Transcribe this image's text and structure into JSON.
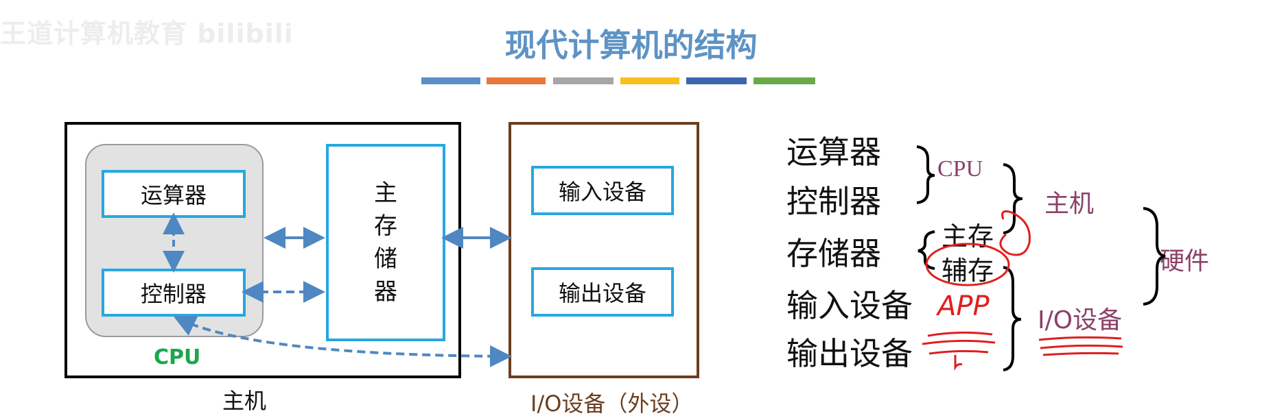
{
  "watermark": "王道计算机教育 bilibili",
  "title": "现代计算机的结构",
  "stripes": [
    "#5b8fc7",
    "#e9763a",
    "#a6a6a6",
    "#f7c01a",
    "#3e66b0",
    "#6aaa46"
  ],
  "diagram": {
    "cpu_alu": "运算器",
    "cpu_cu": "控制器",
    "cpu_label": "CPU",
    "memory_chars": [
      "主",
      "存",
      "储",
      "器"
    ],
    "host_label": "主机",
    "input_device": "输入设备",
    "output_device": "输出设备",
    "io_label": "I/O设备（外设）"
  },
  "hierarchy": {
    "alu": "运算器",
    "cu": "控制器",
    "storage": "存储器",
    "input": "输入设备",
    "output": "输出设备",
    "main_memory": "主存",
    "aux_memory": "辅存",
    "cpu": "CPU",
    "host": "主机",
    "io": "I/O设备",
    "hardware": "硬件",
    "handwritten_note": "APP"
  }
}
